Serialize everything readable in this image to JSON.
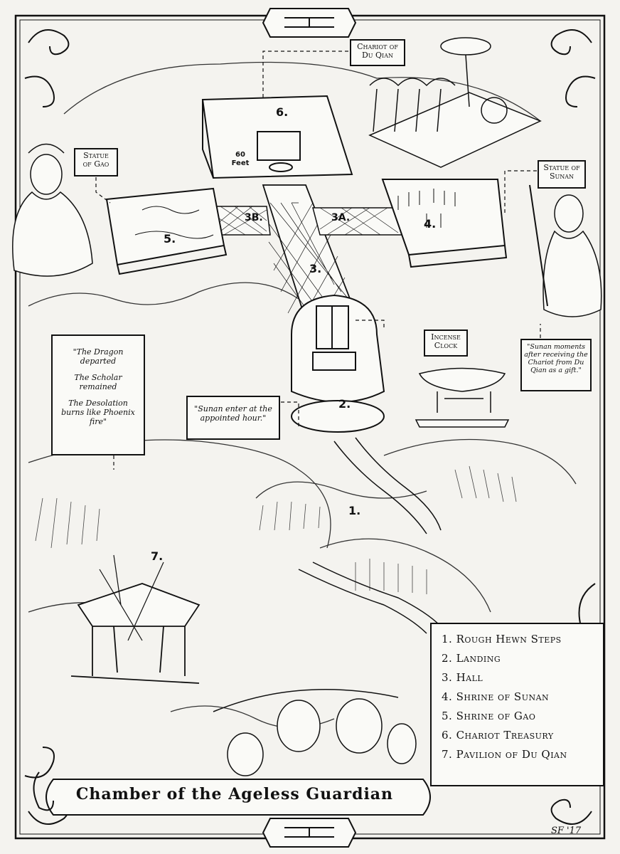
{
  "map": {
    "title": "Chamber of the Ageless Guardian",
    "signature": "SF '17",
    "labels": {
      "chariot": "Chariot of Du Qian",
      "statue_gao": "Statue of Gao",
      "statue_sunan": "Statue of Sunan",
      "incense_clock": "Incense Clock",
      "feet": "60 Feet"
    },
    "room_numbers": {
      "n1": "1.",
      "n2": "2.",
      "n3": "3.",
      "n3a": "3A.",
      "n3b": "3B.",
      "n4": "4.",
      "n5": "5.",
      "n6": "6.",
      "n7": "7."
    },
    "quotes": {
      "scroll_line1": "\"The Dragon departed",
      "scroll_line2": "The Scholar remained",
      "scroll_line3": "The Desolation burns like Phoenix fire\"",
      "sunan_enter": "\"Sunan enter at the appointed hour.\"",
      "sunan_moments": "\"Sunan moments after receiving the Chariot from Du Qian as a gift.\""
    },
    "legend": [
      "1. Rough Hewn Steps",
      "2. Landing",
      "3. Hall",
      "4. Shrine of Sunan",
      "5. Shrine of Gao",
      "6. Chariot Treasury",
      "7. Pavilion of Du Qian"
    ]
  }
}
